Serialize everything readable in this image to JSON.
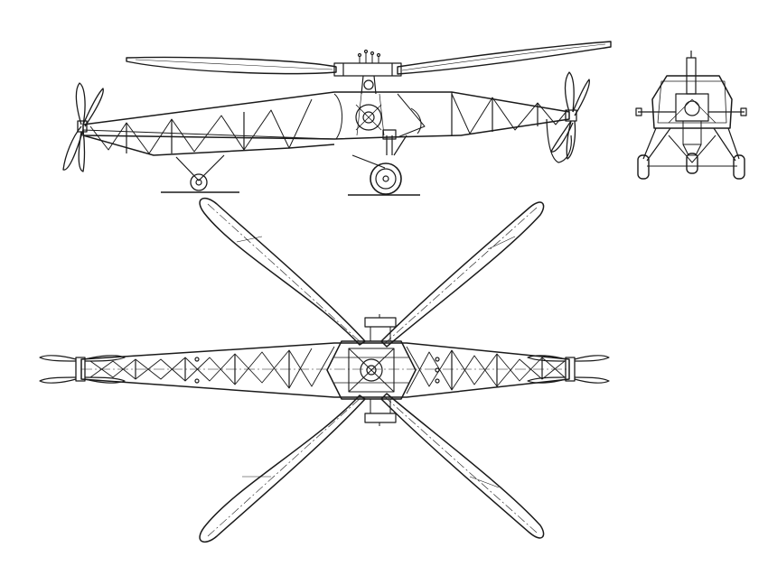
{
  "drawing": {
    "colors": {
      "ink": "#1a1a1a",
      "paper": "#ffffff"
    },
    "views": [
      "side-view",
      "front-view",
      "top-view"
    ]
  }
}
